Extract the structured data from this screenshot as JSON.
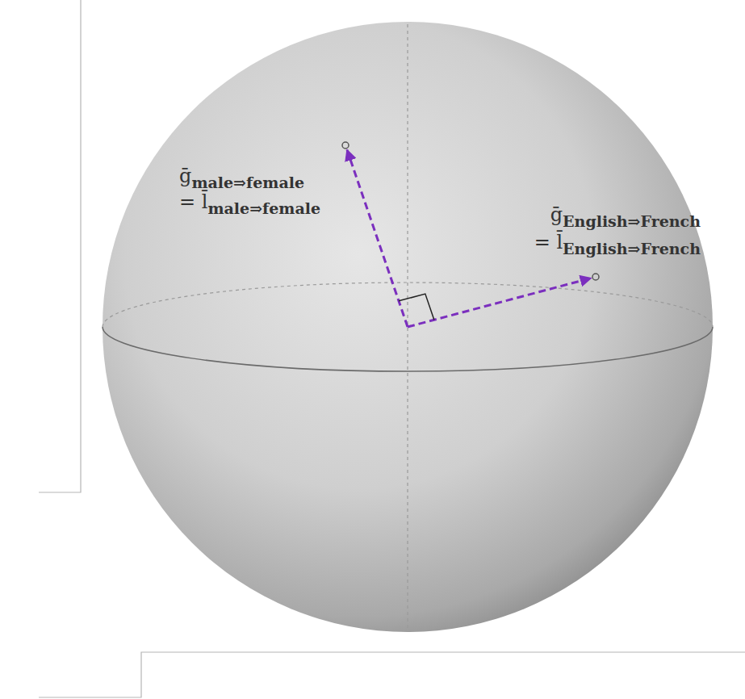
{
  "diagram": {
    "labels": [
      "ḡ",
      "male⇒female",
      "= l̄",
      "male⇒female",
      "ḡ",
      "English⇒French",
      "= l̄",
      "English⇒French"
    ]
  }
}
